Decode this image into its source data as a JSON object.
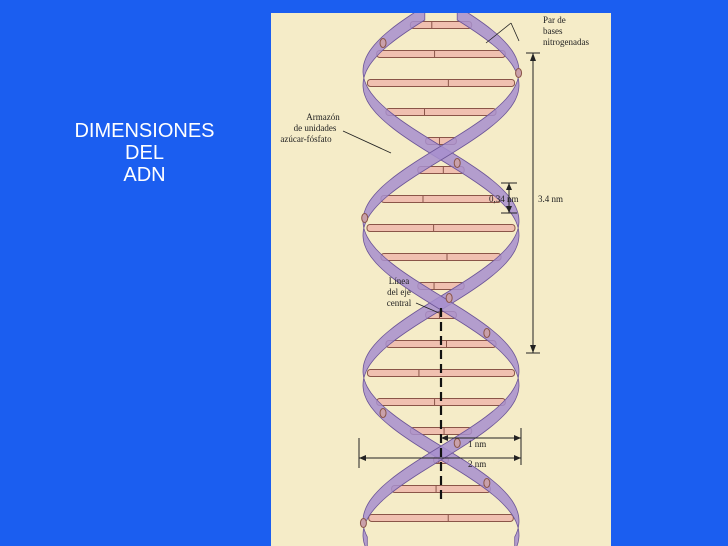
{
  "slide": {
    "title_lines": [
      "DIMENSIONES",
      "DEL",
      "ADN"
    ]
  },
  "diagram": {
    "labels": {
      "base_pair": [
        "Par de",
        "bases",
        "nitrogenadas"
      ],
      "backbone": [
        "Armazón",
        "de unidades",
        "azúcar-fósfato"
      ],
      "axis": [
        "Línea",
        "del eje",
        "central"
      ],
      "rise": "0,34 nm",
      "pitch": "3.4 nm",
      "radius": "1 nm",
      "diameter": "2 nm"
    },
    "colors": {
      "background": "#1b5ef0",
      "panel": "#f5ecc8",
      "strand": "#a78fce",
      "strand_edge": "#6c5597",
      "rung": "#f0c0b0",
      "rung_edge": "#8a5548",
      "node": "#c9a0aa"
    }
  }
}
